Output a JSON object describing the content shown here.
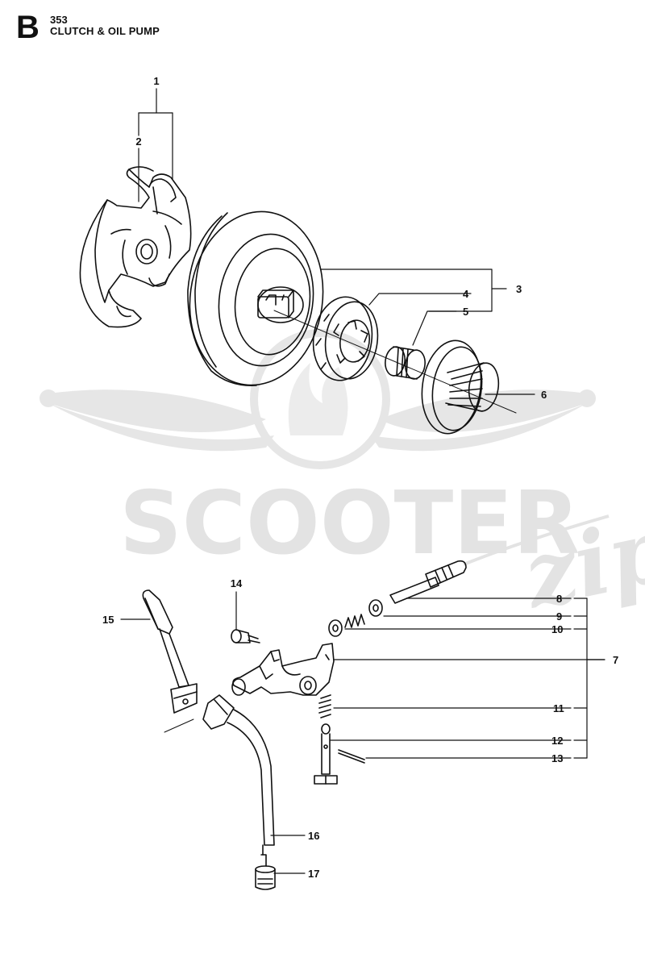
{
  "header": {
    "section_letter": "B",
    "model": "353",
    "title": "CLUTCH & OIL PUMP"
  },
  "watermark": {
    "brand": "SCOOTER",
    "script": "zip"
  },
  "callouts": [
    "1",
    "2",
    "3",
    "4",
    "5",
    "6",
    "7",
    "8",
    "9",
    "10",
    "11",
    "12",
    "13",
    "14",
    "15",
    "16",
    "17"
  ],
  "colors": {
    "line": "#111111",
    "watermark": "#e3e3e3"
  }
}
